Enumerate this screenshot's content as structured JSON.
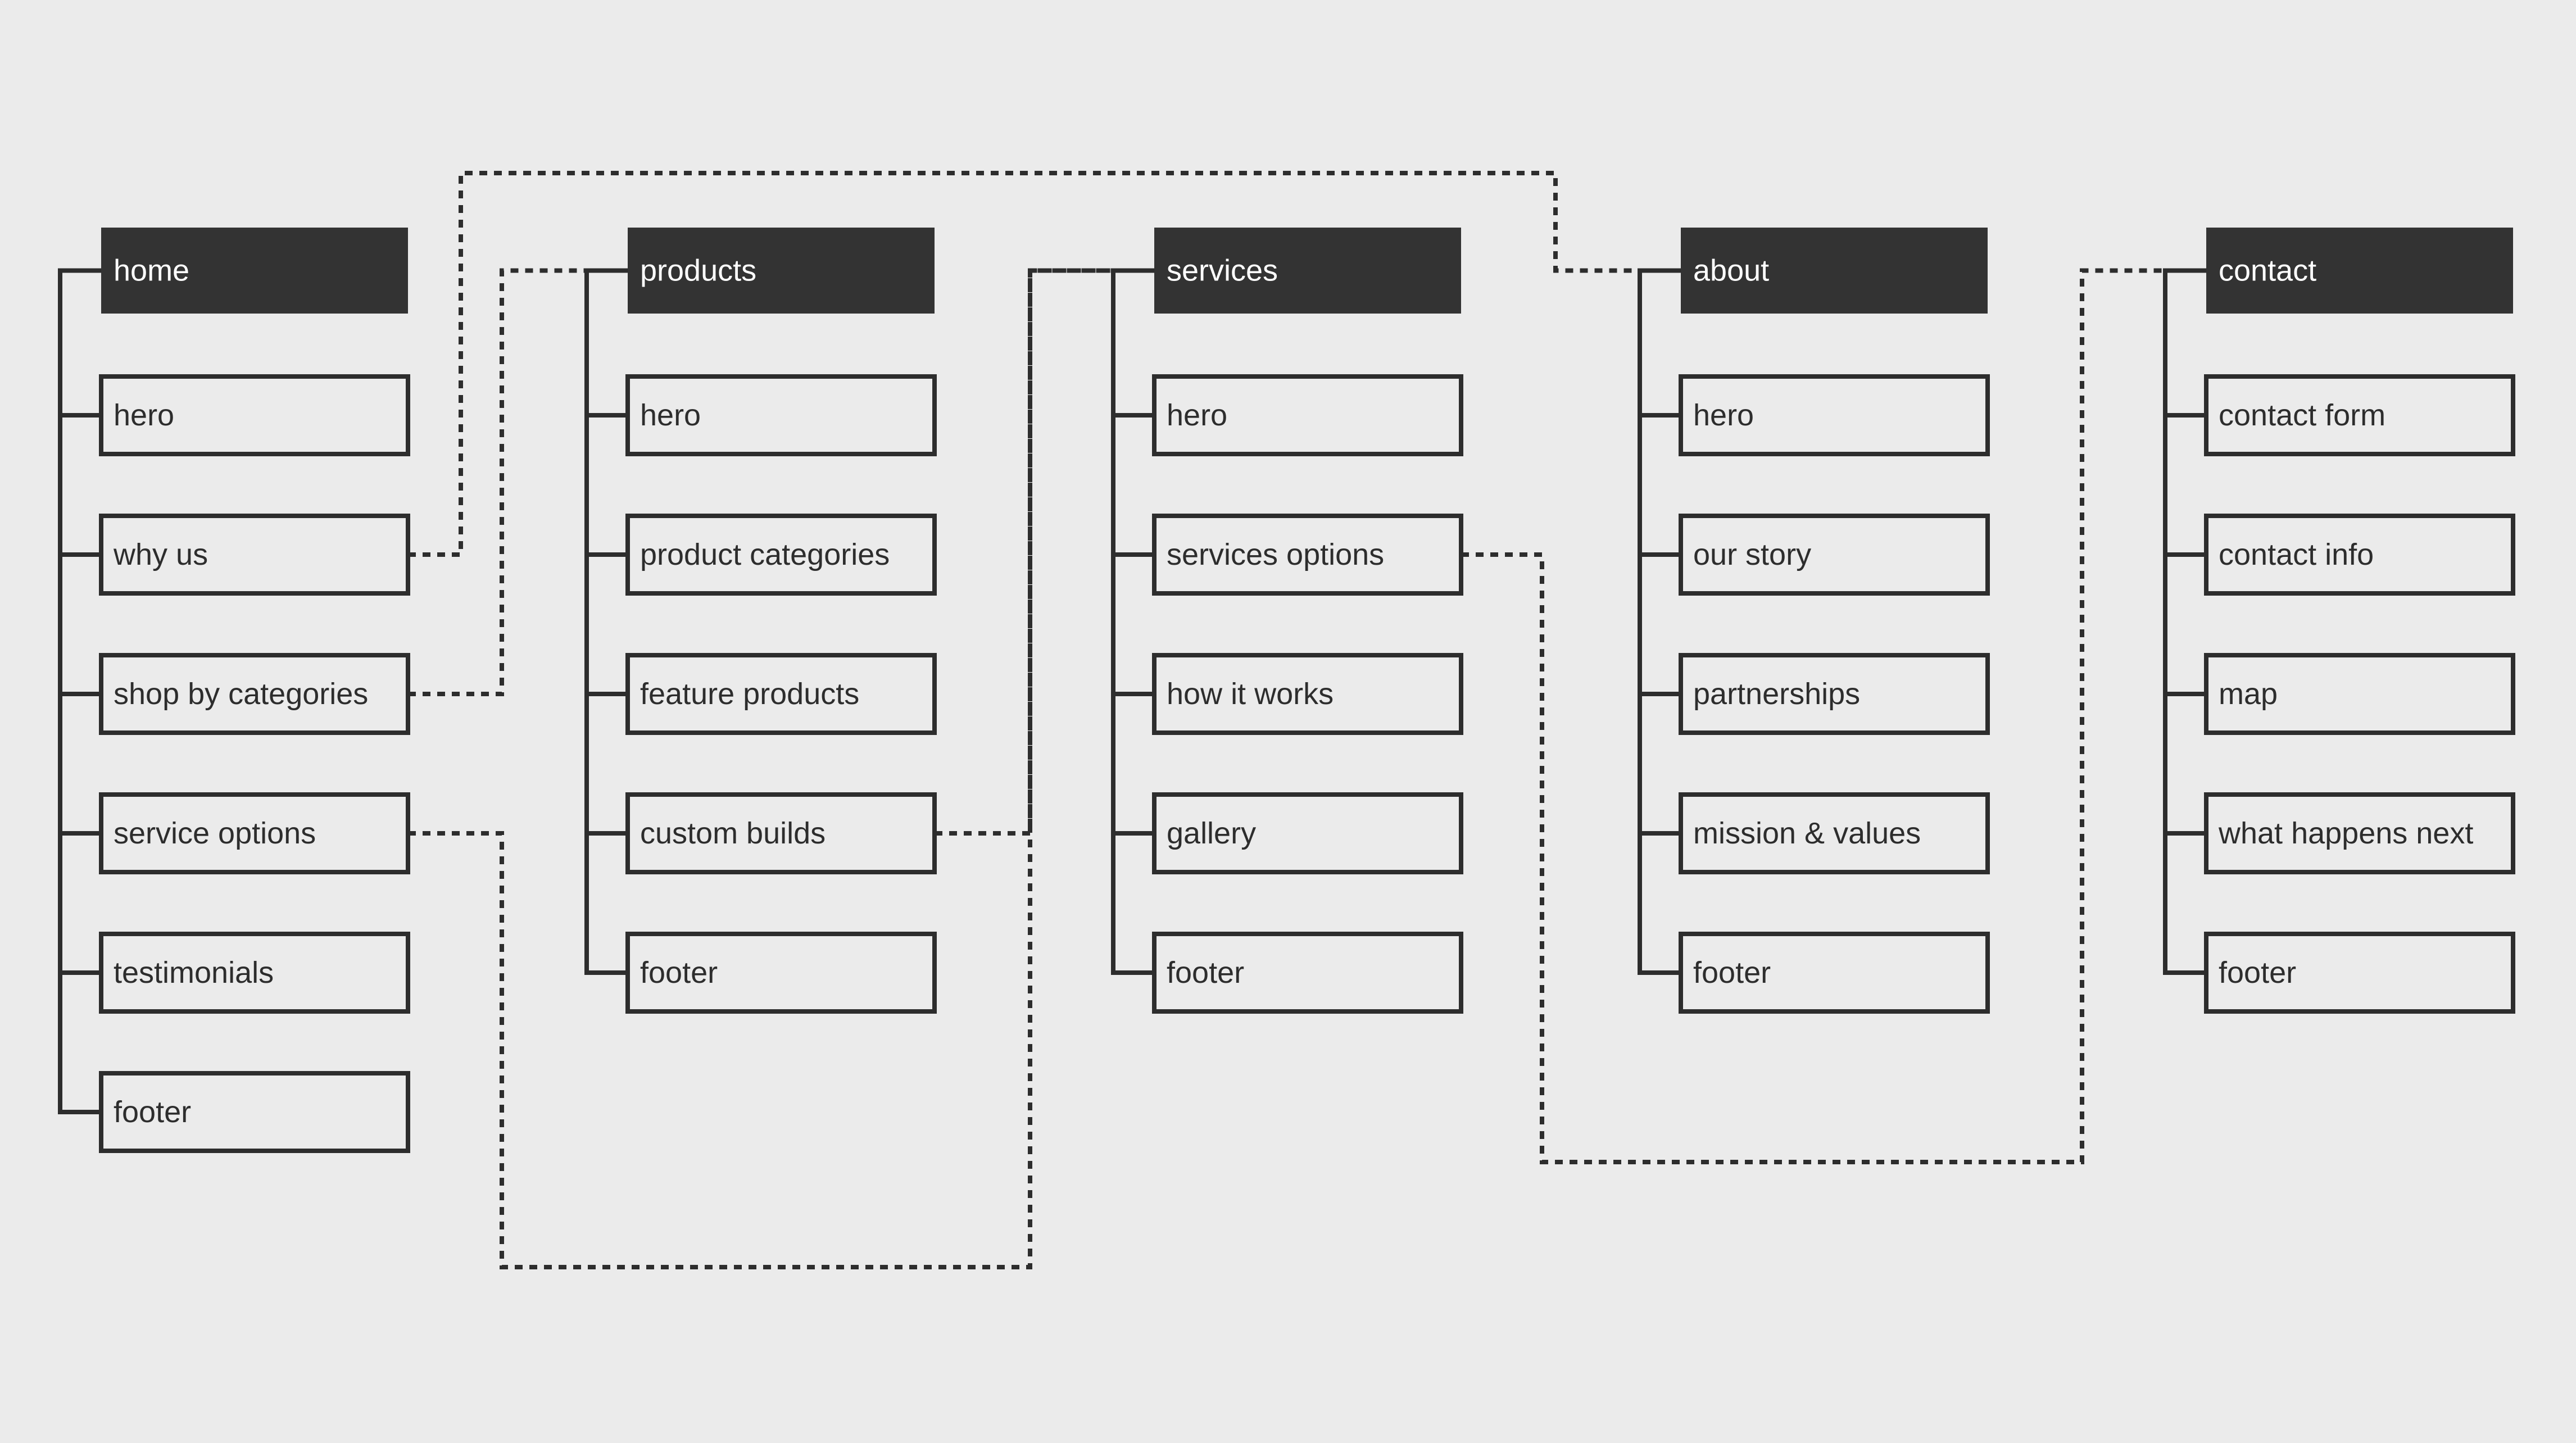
{
  "colors": {
    "background": "#ebebeb",
    "header_fill": "#333333",
    "header_text": "#ffffff",
    "box_stroke": "#2d2d2d",
    "text": "#2d2d2d"
  },
  "columns": [
    {
      "id": "home",
      "title": "home",
      "items": [
        "hero",
        "why us",
        "shop by categories",
        "service options",
        "testimonials",
        "footer"
      ]
    },
    {
      "id": "products",
      "title": "products",
      "items": [
        "hero",
        "product categories",
        "feature products",
        "custom builds",
        "footer"
      ]
    },
    {
      "id": "services",
      "title": "services",
      "items": [
        "hero",
        "services options",
        "how it works",
        "gallery",
        "footer"
      ]
    },
    {
      "id": "about",
      "title": "about",
      "items": [
        "hero",
        "our story",
        "partnerships",
        "mission & values",
        "footer"
      ]
    },
    {
      "id": "contact",
      "title": "contact",
      "items": [
        "contact form",
        "contact info",
        "map",
        "what happens next",
        "footer"
      ]
    }
  ],
  "links": [
    {
      "from": "home.why us",
      "to": "about"
    },
    {
      "from": "home.shop by categories",
      "to": "products"
    },
    {
      "from": "home.service options",
      "to": "services"
    },
    {
      "from": "products.custom builds",
      "to": "services"
    },
    {
      "from": "services.services options",
      "to": "contact"
    }
  ]
}
